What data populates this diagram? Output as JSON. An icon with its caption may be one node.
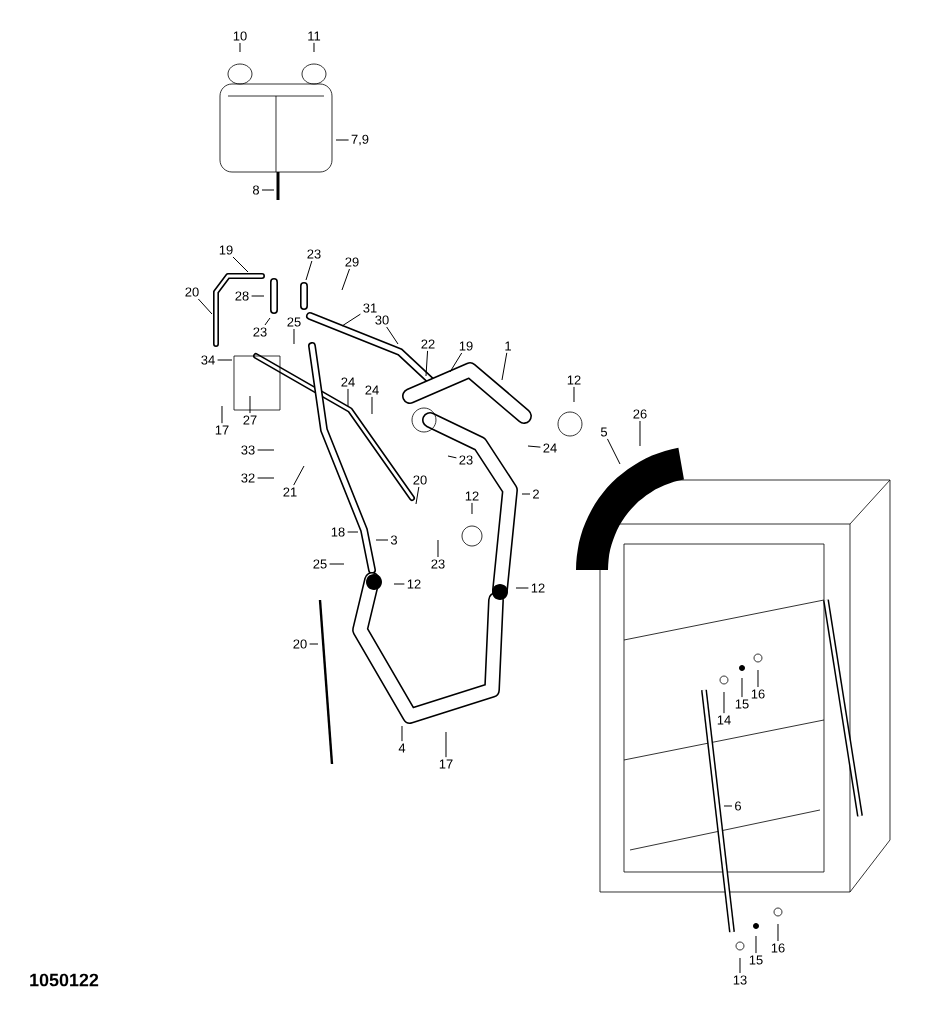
{
  "diagram": {
    "nodes": [
      {
        "text": [
          "10"
        ]
      },
      {
        "text": [
          "11"
        ]
      },
      {
        "text": [
          "7,9"
        ]
      },
      {
        "text": [
          "8"
        ]
      },
      {
        "text": [
          "28"
        ]
      },
      {
        "text": [
          "19"
        ]
      },
      {
        "text": [
          "23"
        ]
      },
      {
        "text": [
          "29"
        ]
      },
      {
        "text": [
          "20"
        ]
      },
      {
        "text": [
          "23"
        ]
      },
      {
        "text": [
          "25"
        ]
      },
      {
        "text": [
          "31"
        ]
      },
      {
        "text": [
          "30"
        ]
      },
      {
        "text": [
          "22"
        ]
      },
      {
        "text": [
          "19"
        ]
      },
      {
        "text": [
          "1"
        ]
      },
      {
        "text": [
          "34"
        ]
      },
      {
        "text": [
          "17"
        ]
      },
      {
        "text": [
          "27"
        ]
      },
      {
        "text": [
          "24"
        ]
      },
      {
        "text": [
          "24"
        ]
      },
      {
        "text": [
          "33"
        ]
      },
      {
        "text": [
          "32"
        ]
      },
      {
        "text": [
          "21"
        ]
      },
      {
        "text": [
          "20"
        ]
      },
      {
        "text": [
          "12"
        ]
      },
      {
        "text": [
          "24"
        ]
      },
      {
        "text": [
          "23"
        ]
      },
      {
        "text": [
          "2"
        ]
      },
      {
        "text": [
          "12"
        ]
      },
      {
        "text": [
          "18"
        ]
      },
      {
        "text": [
          "3"
        ]
      },
      {
        "text": [
          "23"
        ]
      },
      {
        "text": [
          "5"
        ]
      },
      {
        "text": [
          "26"
        ]
      },
      {
        "text": [
          "25"
        ]
      },
      {
        "text": [
          "12"
        ]
      },
      {
        "text": [
          "12"
        ]
      },
      {
        "text": [
          "20"
        ]
      },
      {
        "text": [
          "4"
        ]
      },
      {
        "text": [
          "17"
        ]
      },
      {
        "text": [
          "14"
        ]
      },
      {
        "text": [
          "15"
        ]
      },
      {
        "text": [
          "16"
        ]
      },
      {
        "text": [
          "6"
        ]
      },
      {
        "text": [
          "13"
        ]
      },
      {
        "text": [
          "15"
        ]
      },
      {
        "text": [
          "16"
        ]
      }
    ],
    "edges": [
      {
        "from": 0,
        "to": null,
        "arrow": "none"
      },
      {
        "from": 1,
        "to": null,
        "arrow": "none"
      },
      {
        "from": 2,
        "to": null,
        "arrow": "none"
      },
      {
        "from": 3,
        "to": null,
        "arrow": "none"
      },
      {
        "from": 4,
        "to": null,
        "arrow": "none"
      },
      {
        "from": 5,
        "to": null,
        "arrow": "none"
      },
      {
        "from": 6,
        "to": null,
        "arrow": "none"
      },
      {
        "from": 7,
        "to": null,
        "arrow": "none"
      },
      {
        "from": 8,
        "to": null,
        "arrow": "none"
      },
      {
        "from": 9,
        "to": null,
        "arrow": "none"
      },
      {
        "from": 10,
        "to": null,
        "arrow": "none"
      },
      {
        "from": 11,
        "to": null,
        "arrow": "none"
      },
      {
        "from": 12,
        "to": null,
        "arrow": "none"
      },
      {
        "from": 13,
        "to": null,
        "arrow": "none"
      },
      {
        "from": 14,
        "to": null,
        "arrow": "none"
      },
      {
        "from": 15,
        "to": null,
        "arrow": "none"
      },
      {
        "from": 16,
        "to": null,
        "arrow": "none"
      },
      {
        "from": 17,
        "to": null,
        "arrow": "none"
      },
      {
        "from": 18,
        "to": null,
        "arrow": "none"
      },
      {
        "from": 19,
        "to": null,
        "arrow": "none"
      },
      {
        "from": 20,
        "to": null,
        "arrow": "none"
      },
      {
        "from": 21,
        "to": null,
        "arrow": "none"
      },
      {
        "from": 22,
        "to": null,
        "arrow": "none"
      },
      {
        "from": 23,
        "to": null,
        "arrow": "none"
      },
      {
        "from": 24,
        "to": null,
        "arrow": "none"
      },
      {
        "from": 25,
        "to": null,
        "arrow": "none"
      },
      {
        "from": 26,
        "to": null,
        "arrow": "none"
      },
      {
        "from": 27,
        "to": null,
        "arrow": "none"
      },
      {
        "from": 28,
        "to": null,
        "arrow": "none"
      },
      {
        "from": 29,
        "to": null,
        "arrow": "none"
      },
      {
        "from": 30,
        "to": null,
        "arrow": "none"
      },
      {
        "from": 31,
        "to": null,
        "arrow": "none"
      },
      {
        "from": 32,
        "to": null,
        "arrow": "none"
      },
      {
        "from": 33,
        "to": null,
        "arrow": "none"
      },
      {
        "from": 34,
        "to": null,
        "arrow": "none"
      },
      {
        "from": 35,
        "to": null,
        "arrow": "none"
      },
      {
        "from": 36,
        "to": null,
        "arrow": "none"
      },
      {
        "from": 37,
        "to": null,
        "arrow": "none"
      },
      {
        "from": 38,
        "to": null,
        "arrow": "none"
      },
      {
        "from": 39,
        "to": null,
        "arrow": "none"
      },
      {
        "from": 40,
        "to": null,
        "arrow": "none"
      },
      {
        "from": 41,
        "to": null,
        "arrow": "none"
      },
      {
        "from": 42,
        "to": null,
        "arrow": "none"
      },
      {
        "from": 43,
        "to": null,
        "arrow": "none"
      },
      {
        "from": 44,
        "to": null,
        "arrow": "none"
      },
      {
        "from": 45,
        "to": null,
        "arrow": "none"
      },
      {
        "from": 46,
        "to": null,
        "arrow": "none"
      },
      {
        "from": 47,
        "to": null,
        "arrow": "none"
      }
    ],
    "labels": [
      "1050122"
    ]
  }
}
